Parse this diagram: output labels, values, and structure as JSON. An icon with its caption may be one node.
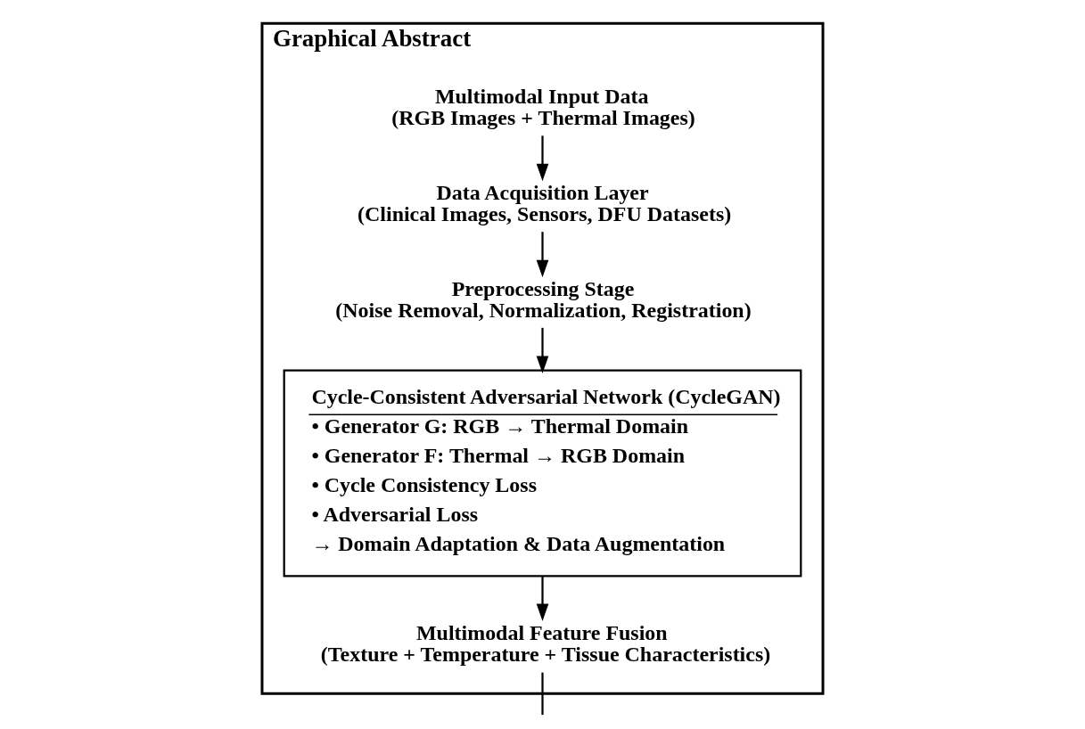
{
  "diagram": {
    "nodes": [
      {
        "text": [
          "Graphical Abstract"
        ]
      },
      {
        "text": [
          "Multimodal Input Data",
          "(RGB Images + Thermal Images)"
        ],
        "in": 0
      },
      {
        "text": [
          "Data Acquisition Layer",
          "(Clinical Images, Sensors, DFU Datasets)"
        ],
        "in": 0
      },
      {
        "text": [
          "Preprocessing Stage",
          "(Noise Removal, Normalization, Registration)"
        ],
        "in": 0
      },
      {
        "text": [
          "Cycle-Consistent Adversarial Network (CycleGAN)",
          "• Generator G: RGB → Thermal Domain",
          "• Generator F: Thermal → RGB Domain",
          "• Cycle Consistency Loss",
          "• Adversarial Loss",
          "→ Domain Adaptation & Data Augmentation"
        ],
        "in": 0
      },
      {
        "text": [
          "Multimodal Feature Fusion",
          "(Texture + Temperature + Tissue Characteristics)"
        ],
        "in": 0
      }
    ],
    "edges": [
      {
        "from": 1,
        "to": 2,
        "arrow": "to"
      },
      {
        "from": 2,
        "to": 3,
        "arrow": "to"
      },
      {
        "from": 3,
        "to": 4,
        "arrow": "to"
      },
      {
        "from": 4,
        "to": 5,
        "arrow": "to"
      },
      {
        "from": 5,
        "to": null,
        "arrow": "none"
      }
    ]
  }
}
